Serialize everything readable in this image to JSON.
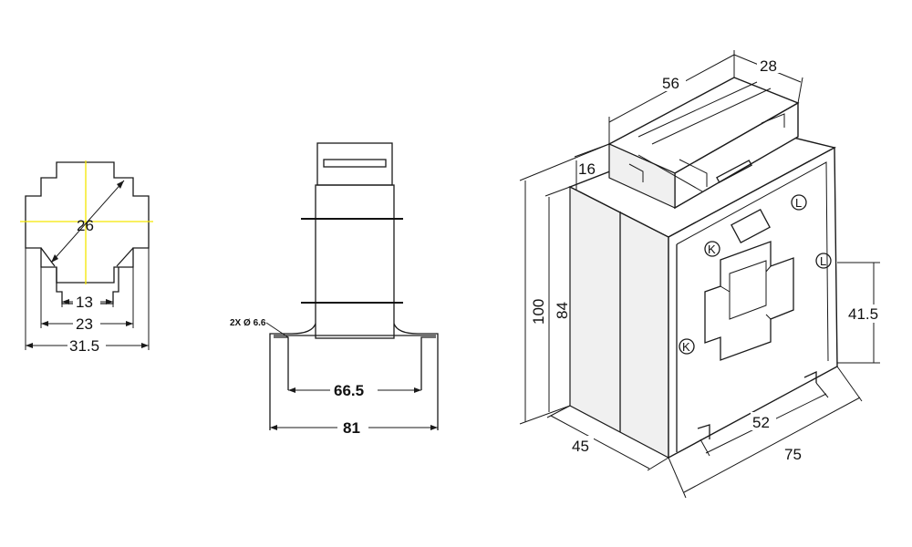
{
  "colors": {
    "line": "#1a1a1a",
    "center_line": "#f5e600",
    "background": "#ffffff"
  },
  "aperture_view": {
    "dim_diagonal": "26",
    "dim_inner": "13",
    "dim_middle": "23",
    "dim_outer": "31.5"
  },
  "side_view": {
    "hole_note": "2X Ø 6.6",
    "dim_hole_spacing": "66.5",
    "dim_base_width": "81"
  },
  "iso_view": {
    "dim_top_length": "56",
    "dim_top_depth": "28",
    "dim_terminal_height": "16",
    "dim_total_height": "100",
    "dim_body_height": "84",
    "dim_window_height": "41.5",
    "dim_depth": "45",
    "dim_window_width": "52",
    "dim_base_width": "75",
    "marks": [
      "K",
      "L",
      "K",
      "L"
    ]
  }
}
